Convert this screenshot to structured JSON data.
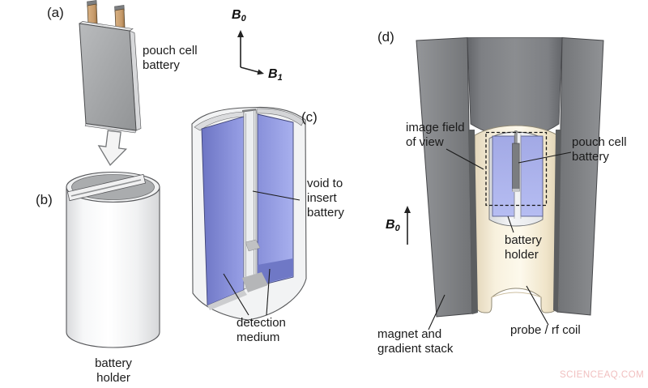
{
  "panels": {
    "a": {
      "tag": "(a)",
      "battery_label": "pouch cell battery"
    },
    "b": {
      "tag": "(b)",
      "holder_label": "battery holder"
    },
    "c": {
      "tag": "(c)",
      "void_label": "void to insert battery",
      "medium_label": "detection medium",
      "axes": {
        "b0": {
          "symbol": "B",
          "sub": "0"
        },
        "b1": {
          "symbol": "B",
          "sub": "1"
        }
      }
    },
    "d": {
      "tag": "(d)",
      "fov_label": "image field of view",
      "battery_label": "pouch cell battery",
      "holder_label": "battery holder",
      "magnet_label": "magnet and gradient stack",
      "probe_label": "probe / rf coil",
      "b0": {
        "symbol": "B",
        "sub": "0"
      }
    }
  },
  "watermark": "SCIENCEAQ.COM",
  "colors": {
    "detection_medium_blue": "#8f97dc",
    "detection_medium_blue_light": "#aab1e8",
    "magnet_gray": "#7b7d7f",
    "probe_cream": "#f7f0dc",
    "battery_gray": "#a3a5a7",
    "tab_copper": "#c59a6a",
    "watermark_pink": "#f1c0c0"
  }
}
